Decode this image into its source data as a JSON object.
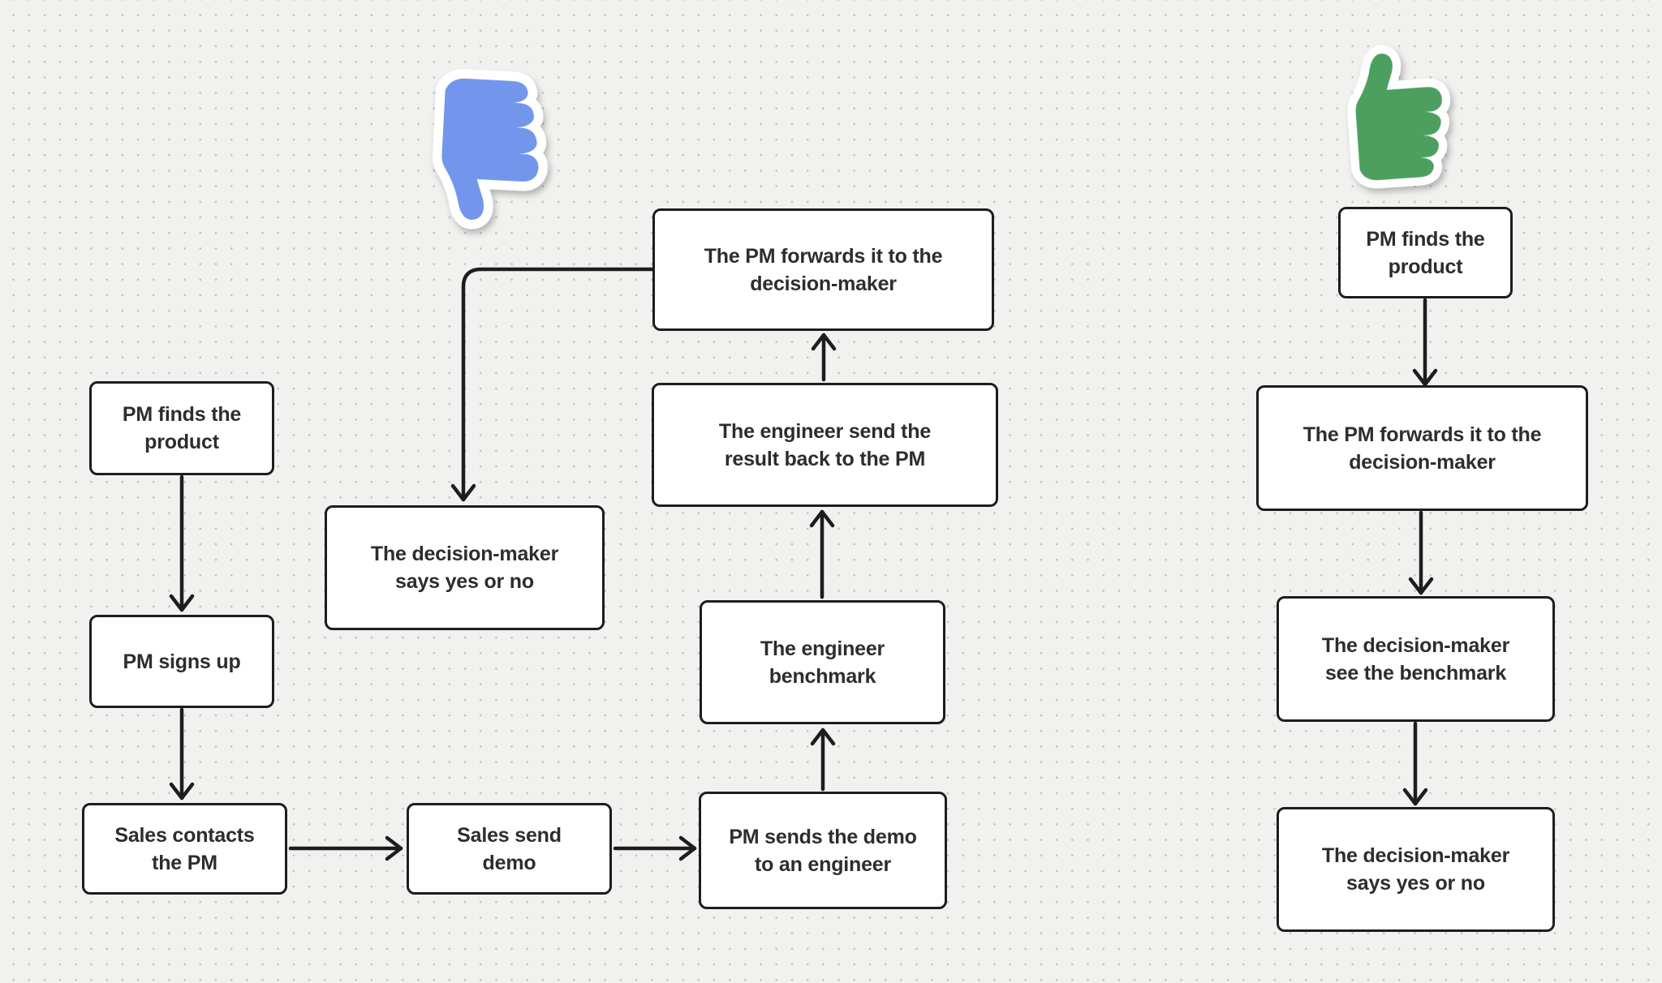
{
  "palette": {
    "background": "#f1f1ef",
    "dot_grid": "#c3c3c1",
    "node_fill": "#ffffff",
    "node_border": "#1d1d1d",
    "node_text": "#2d2d2d",
    "arrow": "#1d1d1d",
    "thumbs_down_blue": "#7196ec",
    "thumbs_up_green": "#4d9f60"
  },
  "stickers": {
    "thumbs_down": {
      "name": "thumbs-down-sticker",
      "color": "#7196ec"
    },
    "thumbs_up": {
      "name": "thumbs-up-sticker",
      "color": "#4d9f60"
    }
  },
  "nodes": [
    {
      "id": "pm-finds-left",
      "label": "PM finds the\nproduct"
    },
    {
      "id": "pm-signs-up",
      "label": "PM signs up"
    },
    {
      "id": "sales-contacts-pm",
      "label": "Sales contacts\nthe PM"
    },
    {
      "id": "sales-send-demo",
      "label": "Sales send\ndemo"
    },
    {
      "id": "pm-sends-demo",
      "label": "PM sends the demo\nto an engineer"
    },
    {
      "id": "engineer-benchmark",
      "label": "The engineer\nbenchmark"
    },
    {
      "id": "engineer-send-result",
      "label": "The engineer send the\nresult back to the PM"
    },
    {
      "id": "pm-forwards-left",
      "label": "The PM forwards it to the\ndecision-maker"
    },
    {
      "id": "decision-says-left",
      "label": "The decision-maker\nsays yes or no"
    },
    {
      "id": "pm-finds-right",
      "label": "PM finds the\nproduct"
    },
    {
      "id": "pm-forwards-right",
      "label": "The PM forwards it to the\ndecision-maker"
    },
    {
      "id": "decision-sees-benchmark",
      "label": "The decision-maker\nsee the benchmark"
    },
    {
      "id": "decision-says-right",
      "label": "The decision-maker\nsays yes or no"
    }
  ],
  "edges": [
    {
      "from": "pm-finds-left",
      "to": "pm-signs-up"
    },
    {
      "from": "pm-signs-up",
      "to": "sales-contacts-pm"
    },
    {
      "from": "sales-contacts-pm",
      "to": "sales-send-demo"
    },
    {
      "from": "sales-send-demo",
      "to": "pm-sends-demo"
    },
    {
      "from": "pm-sends-demo",
      "to": "engineer-benchmark"
    },
    {
      "from": "engineer-benchmark",
      "to": "engineer-send-result"
    },
    {
      "from": "engineer-send-result",
      "to": "pm-forwards-left"
    },
    {
      "from": "pm-forwards-left",
      "to": "decision-says-left"
    },
    {
      "from": "pm-finds-right",
      "to": "pm-forwards-right"
    },
    {
      "from": "pm-forwards-right",
      "to": "decision-sees-benchmark"
    },
    {
      "from": "decision-sees-benchmark",
      "to": "decision-says-right"
    }
  ]
}
